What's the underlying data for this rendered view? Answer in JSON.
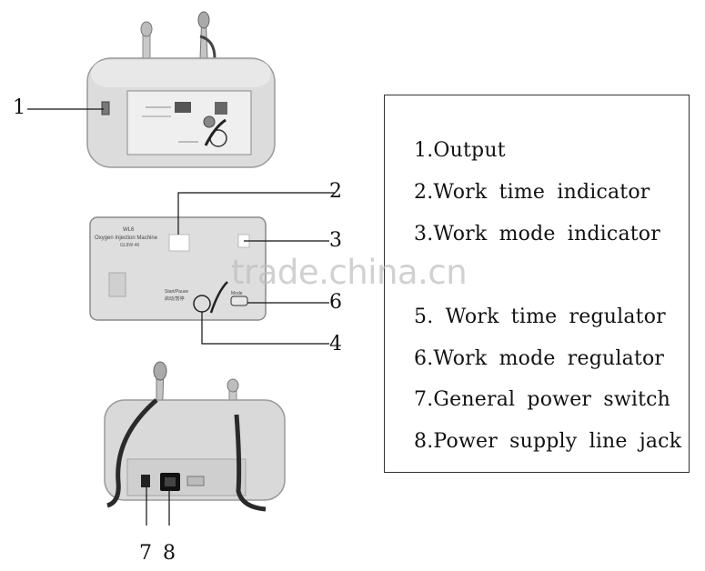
{
  "colors": {
    "device_body": "#d9d9d9",
    "device_outline": "#9a9a9a",
    "panel": "#ececec",
    "line": "#111111",
    "cable": "#2a2a2a",
    "watermark": "#bebebe"
  },
  "callouts": {
    "c1": "1",
    "c2": "2",
    "c3": "3",
    "c4": "4",
    "c6": "6",
    "c7": "7",
    "c8": "8"
  },
  "legend": {
    "items": [
      "1.Output",
      "2.Work time indicator",
      "3.Work mode indicator",
      "5. Work time regulator",
      "6.Work mode regulator",
      "7.General power switch",
      "8.Power supply line jack"
    ]
  },
  "panel_text": {
    "model": "WL6",
    "machine_name": "Oxygen Injection Machine",
    "sub": "GL8W-46",
    "start_pause": "Start/Pause",
    "start_pause_cn": "启动/暂停",
    "mode": "Mode"
  },
  "watermark": "trade.china.cn"
}
